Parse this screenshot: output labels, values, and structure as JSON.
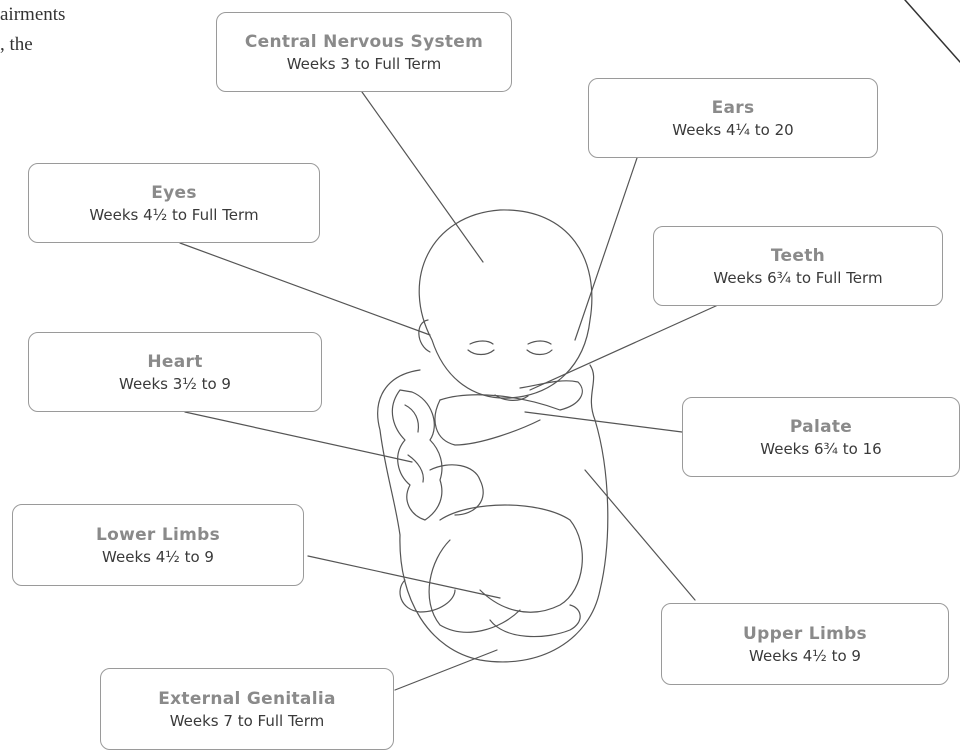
{
  "text_fragments": [
    "airments",
    ", the"
  ],
  "labels": {
    "cns": {
      "title": "Central Nervous System",
      "weeks": "Weeks 3 to Full Term"
    },
    "ears": {
      "title": "Ears",
      "weeks": "Weeks 4¼ to 20"
    },
    "eyes": {
      "title": "Eyes",
      "weeks": "Weeks 4½ to Full Term"
    },
    "teeth": {
      "title": "Teeth",
      "weeks": "Weeks 6¾ to Full Term"
    },
    "heart": {
      "title": "Heart",
      "weeks": "Weeks 3½ to 9"
    },
    "palate": {
      "title": "Palate",
      "weeks": "Weeks 6¾ to 16"
    },
    "lower": {
      "title": "Lower Limbs",
      "weeks": "Weeks 4½ to 9"
    },
    "upper": {
      "title": "Upper Limbs",
      "weeks": "Weeks 4½ to 9"
    },
    "genitalia": {
      "title": "External Genitalia",
      "weeks": "Weeks 7 to Full Term"
    }
  },
  "colors": {
    "box_border": "#9a9a9a",
    "title": "#8a8a8a",
    "text": "#3a3a3a",
    "line": "#555555"
  }
}
